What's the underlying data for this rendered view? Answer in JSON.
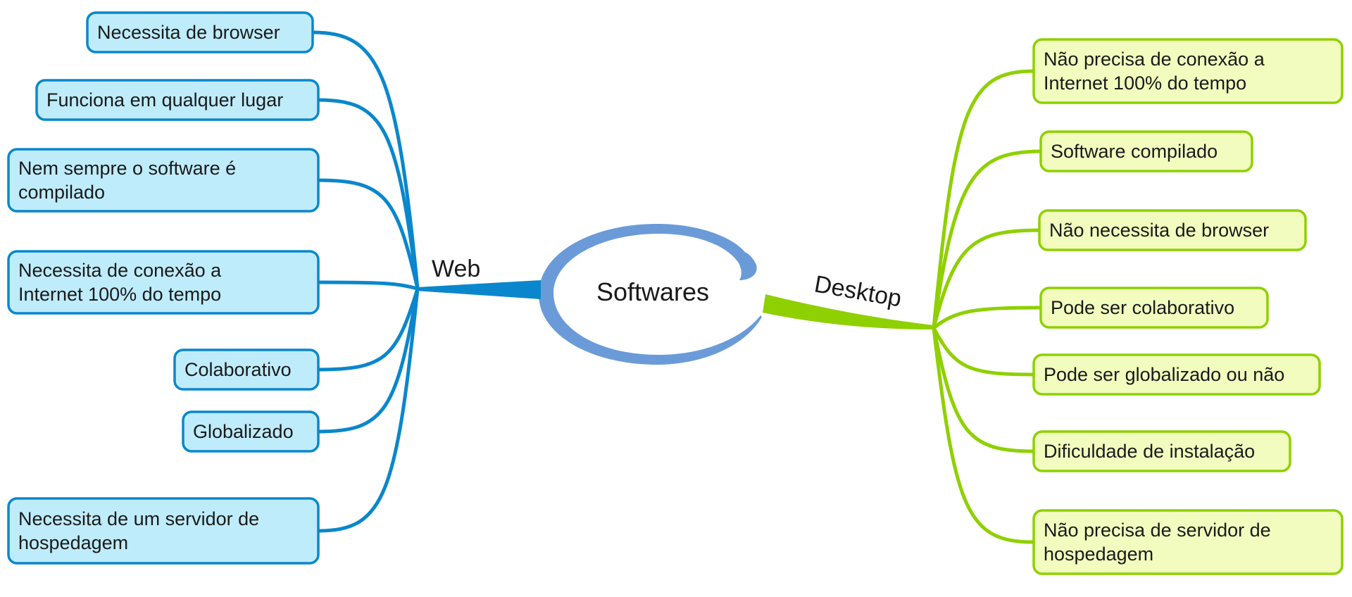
{
  "colors": {
    "web_stroke": "#0a87cc",
    "web_fill": "#bfecfb",
    "desktop_stroke": "#8fd000",
    "desktop_fill": "#f1fcbe",
    "center_ring": "#6a9bd8",
    "text": "#1a1a1a"
  },
  "center": {
    "label": "Softwares"
  },
  "branches": {
    "web": {
      "label": "Web",
      "items": [
        {
          "lines": [
            "Necessita de browser"
          ]
        },
        {
          "lines": [
            "Funciona em qualquer lugar"
          ]
        },
        {
          "lines": [
            "Nem sempre o software é",
            "compilado"
          ]
        },
        {
          "lines": [
            "Necessita de conexão a",
            "Internet 100% do tempo"
          ]
        },
        {
          "lines": [
            "Colaborativo"
          ]
        },
        {
          "lines": [
            "Globalizado"
          ]
        },
        {
          "lines": [
            "Necessita de um servidor de",
            "hospedagem"
          ]
        }
      ]
    },
    "desktop": {
      "label": "Desktop",
      "items": [
        {
          "lines": [
            "Não precisa de conexão a",
            "Internet 100% do tempo"
          ]
        },
        {
          "lines": [
            "Software compilado"
          ]
        },
        {
          "lines": [
            "Não necessita de browser"
          ]
        },
        {
          "lines": [
            "Pode ser colaborativo"
          ]
        },
        {
          "lines": [
            "Pode ser globalizado ou não"
          ]
        },
        {
          "lines": [
            "Dificuldade de instalação"
          ]
        },
        {
          "lines": [
            "Não precisa de servidor de",
            "hospedagem"
          ]
        }
      ]
    }
  }
}
